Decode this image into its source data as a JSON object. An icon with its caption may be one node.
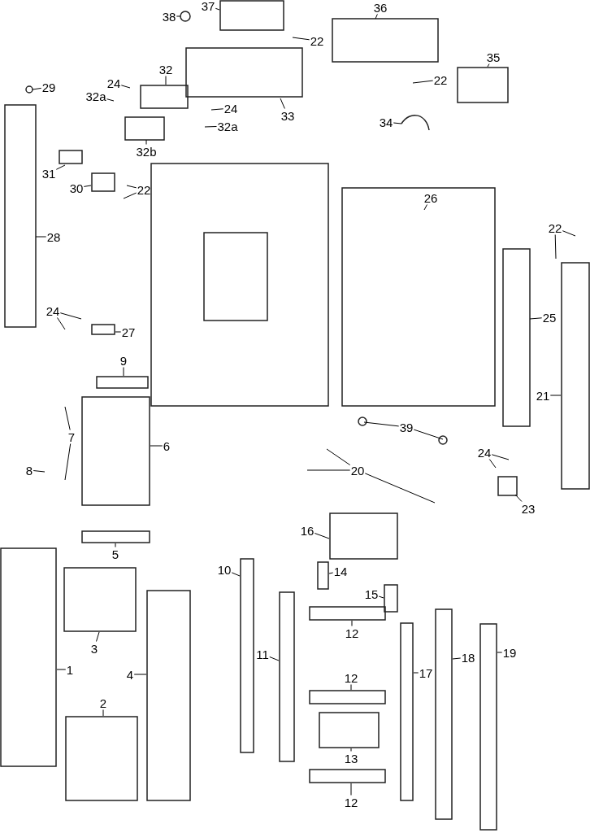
{
  "diagram": {
    "nodes": [
      {
        "text": [
          "38"
        ]
      },
      {
        "text": [
          "37"
        ]
      },
      {
        "text": [
          "22"
        ]
      },
      {
        "text": [
          "36"
        ]
      },
      {
        "text": [
          "32"
        ]
      },
      {
        "text": [
          "24"
        ]
      },
      {
        "text": [
          "32a"
        ]
      },
      {
        "text": [
          "33"
        ]
      },
      {
        "text": [
          "29"
        ]
      },
      {
        "text": [
          "22"
        ]
      },
      {
        "text": [
          "35"
        ]
      },
      {
        "text": [
          "24"
        ]
      },
      {
        "text": [
          "32a"
        ]
      },
      {
        "text": [
          "34"
        ]
      },
      {
        "text": [
          "32b"
        ]
      },
      {
        "text": [
          "31"
        ]
      },
      {
        "text": [
          "30"
        ]
      },
      {
        "text": [
          "22"
        ]
      },
      {
        "text": [
          "26"
        ]
      },
      {
        "text": [
          "28"
        ]
      },
      {
        "text": [
          "22"
        ]
      },
      {
        "text": [
          "25"
        ]
      },
      {
        "text": [
          "24"
        ]
      },
      {
        "text": [
          "27"
        ]
      },
      {
        "text": [
          "21"
        ]
      },
      {
        "text": [
          "9"
        ]
      },
      {
        "text": [
          "6"
        ]
      },
      {
        "text": [
          "7"
        ]
      },
      {
        "text": [
          "39"
        ]
      },
      {
        "text": [
          "8"
        ]
      },
      {
        "text": [
          "20"
        ]
      },
      {
        "text": [
          "24"
        ]
      },
      {
        "text": [
          "23"
        ]
      },
      {
        "text": [
          "5"
        ]
      },
      {
        "text": [
          "16"
        ]
      },
      {
        "text": [
          "10"
        ]
      },
      {
        "text": [
          "14"
        ]
      },
      {
        "text": [
          "15"
        ]
      },
      {
        "text": [
          "11"
        ]
      },
      {
        "text": [
          "12"
        ]
      },
      {
        "text": [
          "3"
        ]
      },
      {
        "text": [
          "1"
        ]
      },
      {
        "text": [
          "4"
        ]
      },
      {
        "text": [
          "12"
        ]
      },
      {
        "text": [
          "17"
        ]
      },
      {
        "text": [
          "18"
        ]
      },
      {
        "text": [
          "19"
        ]
      },
      {
        "text": [
          "2"
        ]
      },
      {
        "text": [
          "13"
        ]
      },
      {
        "text": [
          "12"
        ]
      }
    ],
    "edges": [
      {
        "from": 0,
        "to": null,
        "arrow": "none"
      },
      {
        "from": 1,
        "to": null,
        "arrow": "none"
      },
      {
        "from": 2,
        "to": null,
        "arrow": "none"
      },
      {
        "from": 3,
        "to": null,
        "arrow": "none"
      },
      {
        "from": 4,
        "to": null,
        "arrow": "none"
      },
      {
        "from": 5,
        "to": null,
        "arrow": "none"
      },
      {
        "from": 6,
        "to": null,
        "arrow": "none"
      },
      {
        "from": 7,
        "to": null,
        "arrow": "none"
      },
      {
        "from": 8,
        "to": null,
        "arrow": "none"
      },
      {
        "from": 9,
        "to": null,
        "arrow": "none"
      },
      {
        "from": 10,
        "to": null,
        "arrow": "none"
      },
      {
        "from": 11,
        "to": null,
        "arrow": "none"
      },
      {
        "from": 12,
        "to": null,
        "arrow": "none"
      },
      {
        "from": 13,
        "to": null,
        "arrow": "none"
      },
      {
        "from": 14,
        "to": null,
        "arrow": "none"
      },
      {
        "from": 15,
        "to": null,
        "arrow": "none"
      },
      {
        "from": 16,
        "to": null,
        "arrow": "none"
      },
      {
        "from": 17,
        "to": null,
        "arrow": "none"
      },
      {
        "from": 17,
        "to": null,
        "arrow": "none"
      },
      {
        "from": 18,
        "to": null,
        "arrow": "none"
      },
      {
        "from": 19,
        "to": null,
        "arrow": "none"
      },
      {
        "from": 20,
        "to": null,
        "arrow": "none"
      },
      {
        "from": 20,
        "to": null,
        "arrow": "none"
      },
      {
        "from": 21,
        "to": null,
        "arrow": "none"
      },
      {
        "from": 22,
        "to": null,
        "arrow": "none"
      },
      {
        "from": 22,
        "to": null,
        "arrow": "none"
      },
      {
        "from": 23,
        "to": null,
        "arrow": "none"
      },
      {
        "from": 24,
        "to": null,
        "arrow": "none"
      },
      {
        "from": 25,
        "to": null,
        "arrow": "none"
      },
      {
        "from": 26,
        "to": null,
        "arrow": "none"
      },
      {
        "from": 27,
        "to": null,
        "arrow": "none"
      },
      {
        "from": 27,
        "to": null,
        "arrow": "none"
      },
      {
        "from": 28,
        "to": null,
        "arrow": "none"
      },
      {
        "from": 28,
        "to": null,
        "arrow": "none"
      },
      {
        "from": 29,
        "to": null,
        "arrow": "none"
      },
      {
        "from": 30,
        "to": null,
        "arrow": "none"
      },
      {
        "from": 30,
        "to": null,
        "arrow": "none"
      },
      {
        "from": 30,
        "to": null,
        "arrow": "none"
      },
      {
        "from": 31,
        "to": null,
        "arrow": "none"
      },
      {
        "from": 31,
        "to": null,
        "arrow": "none"
      },
      {
        "from": 32,
        "to": null,
        "arrow": "none"
      },
      {
        "from": 33,
        "to": null,
        "arrow": "none"
      },
      {
        "from": 34,
        "to": null,
        "arrow": "none"
      },
      {
        "from": 35,
        "to": null,
        "arrow": "none"
      },
      {
        "from": 36,
        "to": null,
        "arrow": "none"
      },
      {
        "from": 37,
        "to": null,
        "arrow": "none"
      },
      {
        "from": 38,
        "to": null,
        "arrow": "none"
      },
      {
        "from": 39,
        "to": null,
        "arrow": "none"
      },
      {
        "from": 40,
        "to": null,
        "arrow": "none"
      },
      {
        "from": 41,
        "to": null,
        "arrow": "none"
      },
      {
        "from": 42,
        "to": null,
        "arrow": "none"
      },
      {
        "from": 43,
        "to": null,
        "arrow": "none"
      },
      {
        "from": 44,
        "to": null,
        "arrow": "none"
      },
      {
        "from": 45,
        "to": null,
        "arrow": "none"
      },
      {
        "from": 46,
        "to": null,
        "arrow": "none"
      },
      {
        "from": 47,
        "to": null,
        "arrow": "none"
      },
      {
        "from": 48,
        "to": null,
        "arrow": "none"
      },
      {
        "from": 49,
        "to": null,
        "arrow": "none"
      }
    ]
  }
}
